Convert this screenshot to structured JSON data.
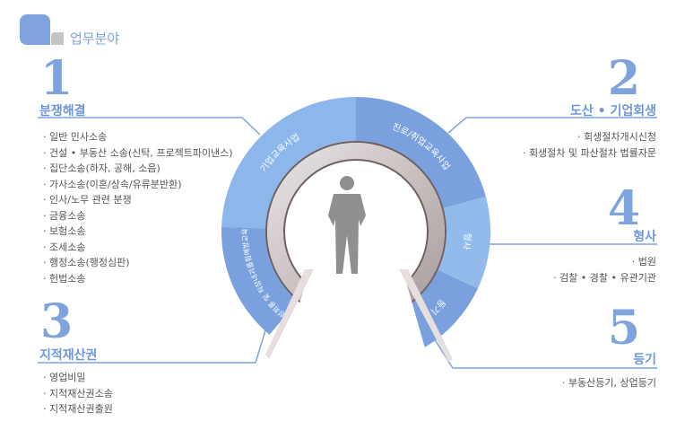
{
  "header": {
    "title": "업무분야"
  },
  "sections": [
    {
      "number": "1",
      "title": "분쟁해결",
      "items": [
        "일반 민사소송",
        "건설 • 부동산 소송(신탁, 프로젝트파이낸스)",
        "집단소송(하자, 공해, 소음)",
        "가사소송(이혼/상속/유류분반환)",
        "인사/노무 관련 분쟁",
        "금융소송",
        "보험소송",
        "조세소송",
        "행정소송(행정심판)",
        "헌법소송"
      ]
    },
    {
      "number": "2",
      "title": "도산 • 기업회생",
      "items": [
        "회생절차개시신청",
        "회생절차 및 파산절차 법률자문"
      ]
    },
    {
      "number": "3",
      "title": "지적재산권",
      "items": [
        "영업비밀",
        "지적재산권소송",
        "지적재산권출원"
      ]
    },
    {
      "number": "4",
      "title": "형사",
      "items": [
        "법원",
        "검찰 • 경찰 • 유관기관"
      ]
    },
    {
      "number": "5",
      "title": "등기",
      "items": [
        "부동산등기, 상업등기"
      ]
    }
  ],
  "ring": {
    "segments": [
      {
        "label": "기업교육사업",
        "color": "#8db6ea"
      },
      {
        "label": "진로/취업교육사업",
        "color": "#7aa1dd"
      },
      {
        "label": "형사",
        "color": "#92bbec"
      },
      {
        "label": "등기",
        "color": "#7aa1dd"
      },
      {
        "label": "성희롱 및 직장내괴롭힘예방교육",
        "color": "#7aa1dd"
      }
    ]
  },
  "colors": {
    "accent": "#7ea3dd"
  }
}
